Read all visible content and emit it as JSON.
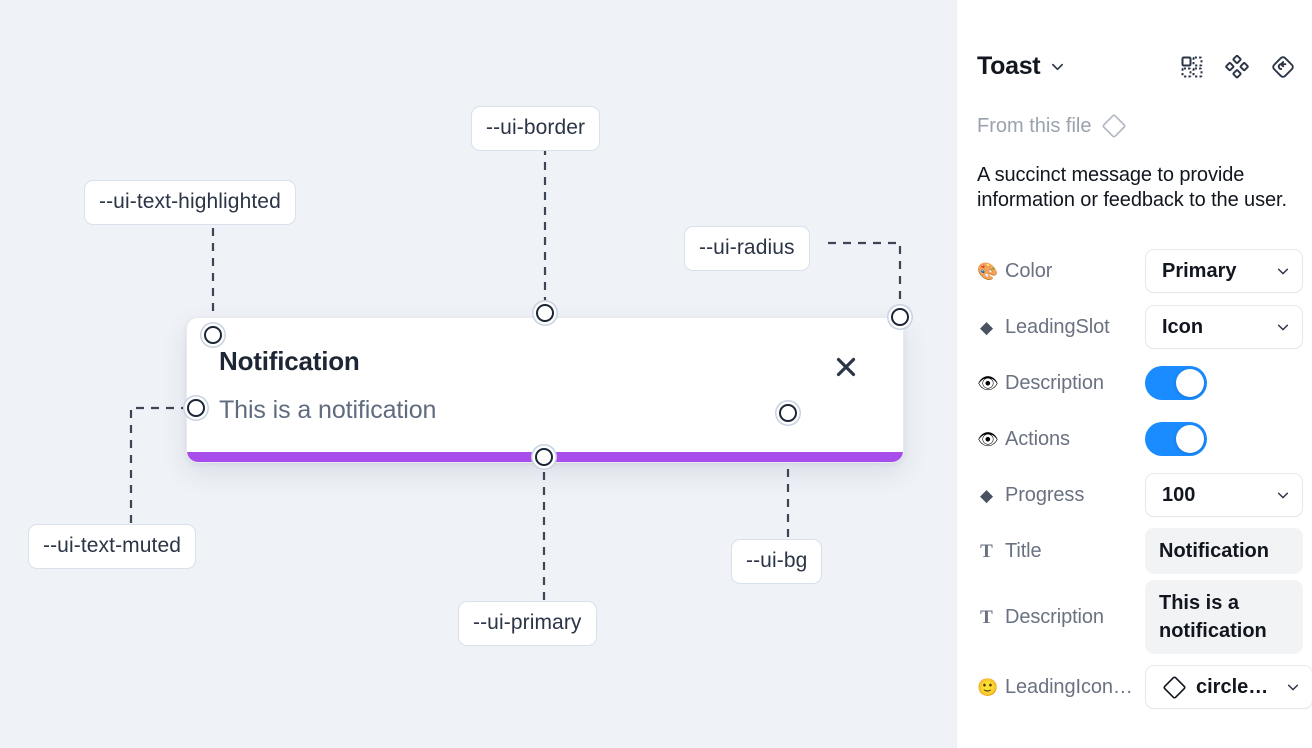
{
  "canvas": {
    "background_color": "#eff2f7",
    "tokens": [
      {
        "name": "ui-border-token",
        "label": "--ui-border"
      },
      {
        "name": "ui-text-highlighted-token",
        "label": "--ui-text-highlighted"
      },
      {
        "name": "ui-radius-token",
        "label": "--ui-radius"
      },
      {
        "name": "ui-text-muted-token",
        "label": "--ui-text-muted"
      },
      {
        "name": "ui-primary-token",
        "label": "--ui-primary"
      },
      {
        "name": "ui-bg-token",
        "label": "--ui-bg"
      }
    ]
  },
  "toast": {
    "title": "Notification",
    "description": "This is a notification",
    "close_icon": "close-icon",
    "progress_color": "#a64dec",
    "progress_value": 100
  },
  "panel": {
    "title": "Toast",
    "title_caret_icon": "chevron-down-icon",
    "header_icons": [
      {
        "name": "component-grid-icon"
      },
      {
        "name": "variants-cluster-icon"
      },
      {
        "name": "reset-instance-icon"
      }
    ],
    "from_file_label": "From this file",
    "from_file_icon": "diamond-outline-icon",
    "description": "A succinct message to provide information or feedback to the user.",
    "properties": [
      {
        "icon": "🎨",
        "icon_name": "palette-emoji-icon",
        "label": "Color",
        "type": "select",
        "value": "Primary"
      },
      {
        "icon": "◆",
        "icon_name": "diamond-solid-icon",
        "label": "LeadingSlot",
        "type": "select",
        "value": "Icon"
      },
      {
        "icon": "👁",
        "icon_name": "eye-emoji-icon",
        "label": "Description",
        "type": "toggle",
        "value": "on"
      },
      {
        "icon": "👁",
        "icon_name": "eye-emoji-icon",
        "label": "Actions",
        "type": "toggle",
        "value": "on"
      },
      {
        "icon": "◆",
        "icon_name": "diamond-solid-icon",
        "label": "Progress",
        "type": "select",
        "value": "100"
      },
      {
        "icon": "T",
        "icon_name": "text-glyph-icon",
        "label": "Title",
        "type": "text",
        "value": "Notification"
      },
      {
        "icon": "T",
        "icon_name": "text-glyph-icon",
        "label": "Description",
        "type": "text",
        "value": "This is a notification"
      },
      {
        "icon": "🙂",
        "icon_name": "smiley-emoji-icon",
        "label": "LeadingIcon…",
        "type": "icon-select",
        "value": "circle…"
      }
    ]
  }
}
